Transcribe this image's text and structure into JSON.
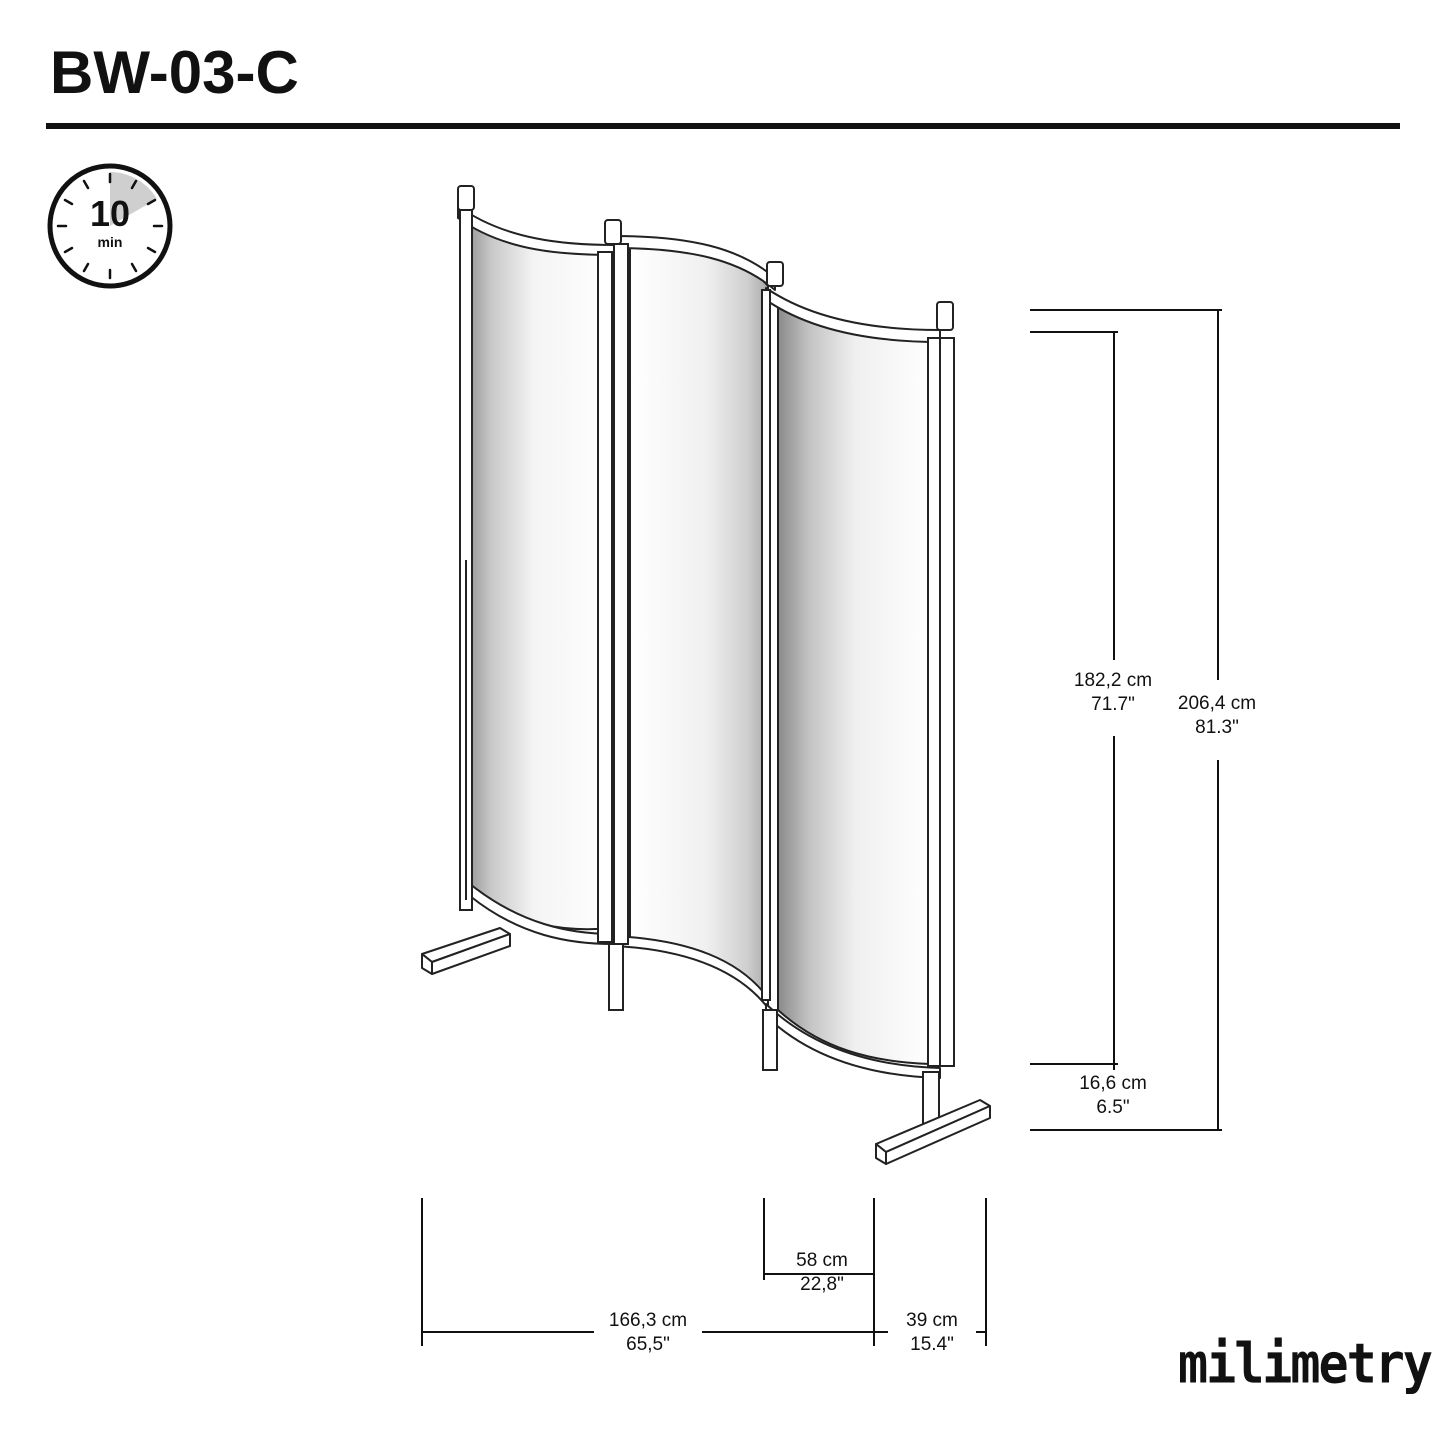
{
  "header": {
    "title": "BW-03-C"
  },
  "timer": {
    "value": "10",
    "unit": "min"
  },
  "dimensions": {
    "panel_height": {
      "cm": "182,2 cm",
      "inch": "71.7\""
    },
    "total_height": {
      "cm": "206,4 cm",
      "inch": "81.3\""
    },
    "base_clearance": {
      "cm": "16,6 cm",
      "inch": "6.5\""
    },
    "panel_depth": {
      "cm": "58 cm",
      "inch": "22,8\""
    },
    "total_width": {
      "cm": "166,3 cm",
      "inch": "65,5\""
    },
    "foot_depth": {
      "cm": "39 cm",
      "inch": "15.4\""
    }
  },
  "brand": {
    "logo": "milimetry"
  }
}
